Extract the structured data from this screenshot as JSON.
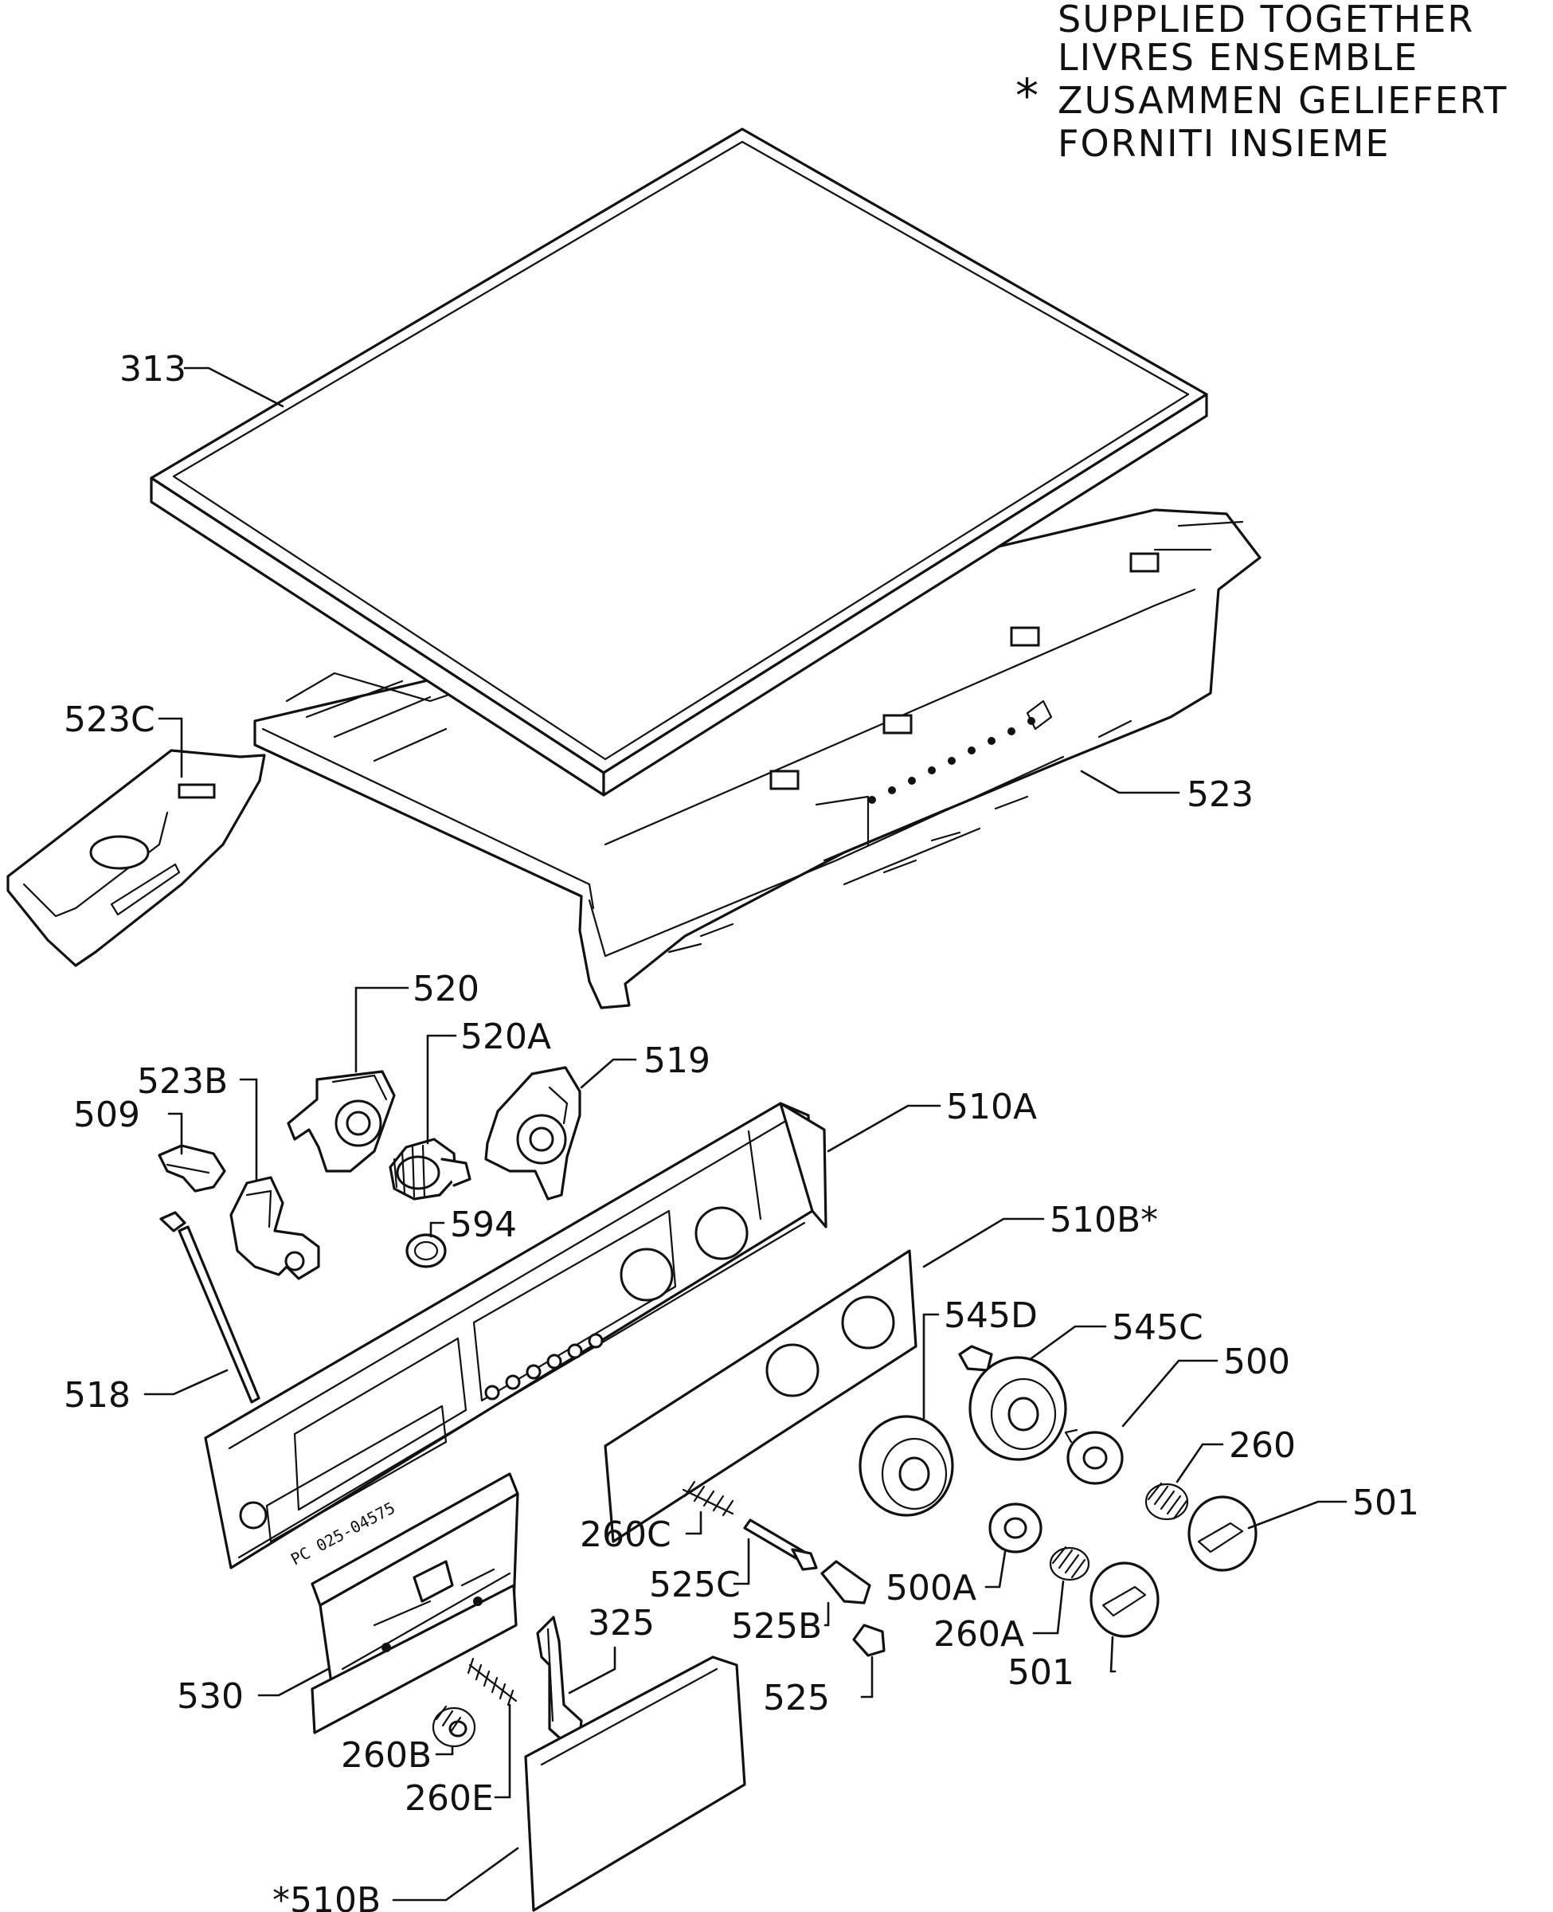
{
  "note": {
    "asterisk": "*",
    "lines": [
      "SUPPLIED TOGETHER",
      "LIVRES ENSEMBLE",
      "ZUSAMMEN GELIEFERT",
      "FORNITI INSIEME"
    ]
  },
  "stamp": "PC 025-04575",
  "labels": {
    "p313": "313",
    "p523C": "523C",
    "p523": "523",
    "p520": "520",
    "p520A": "520A",
    "p519": "519",
    "p523B": "523B",
    "p509": "509",
    "p510A": "510A",
    "p594": "594",
    "p510B_star": "510B*",
    "p545D": "545D",
    "p545C": "545C",
    "p500": "500",
    "p518": "518",
    "p260": "260",
    "p501": "501",
    "p260C": "260C",
    "p525C": "525C",
    "p500A": "500A",
    "p525B": "525B",
    "p260A": "260A",
    "p325": "325",
    "p501_lower": "501",
    "p525": "525",
    "p530": "530",
    "p260B": "260B",
    "p260E": "260E",
    "p510B_lower": "*510B"
  }
}
